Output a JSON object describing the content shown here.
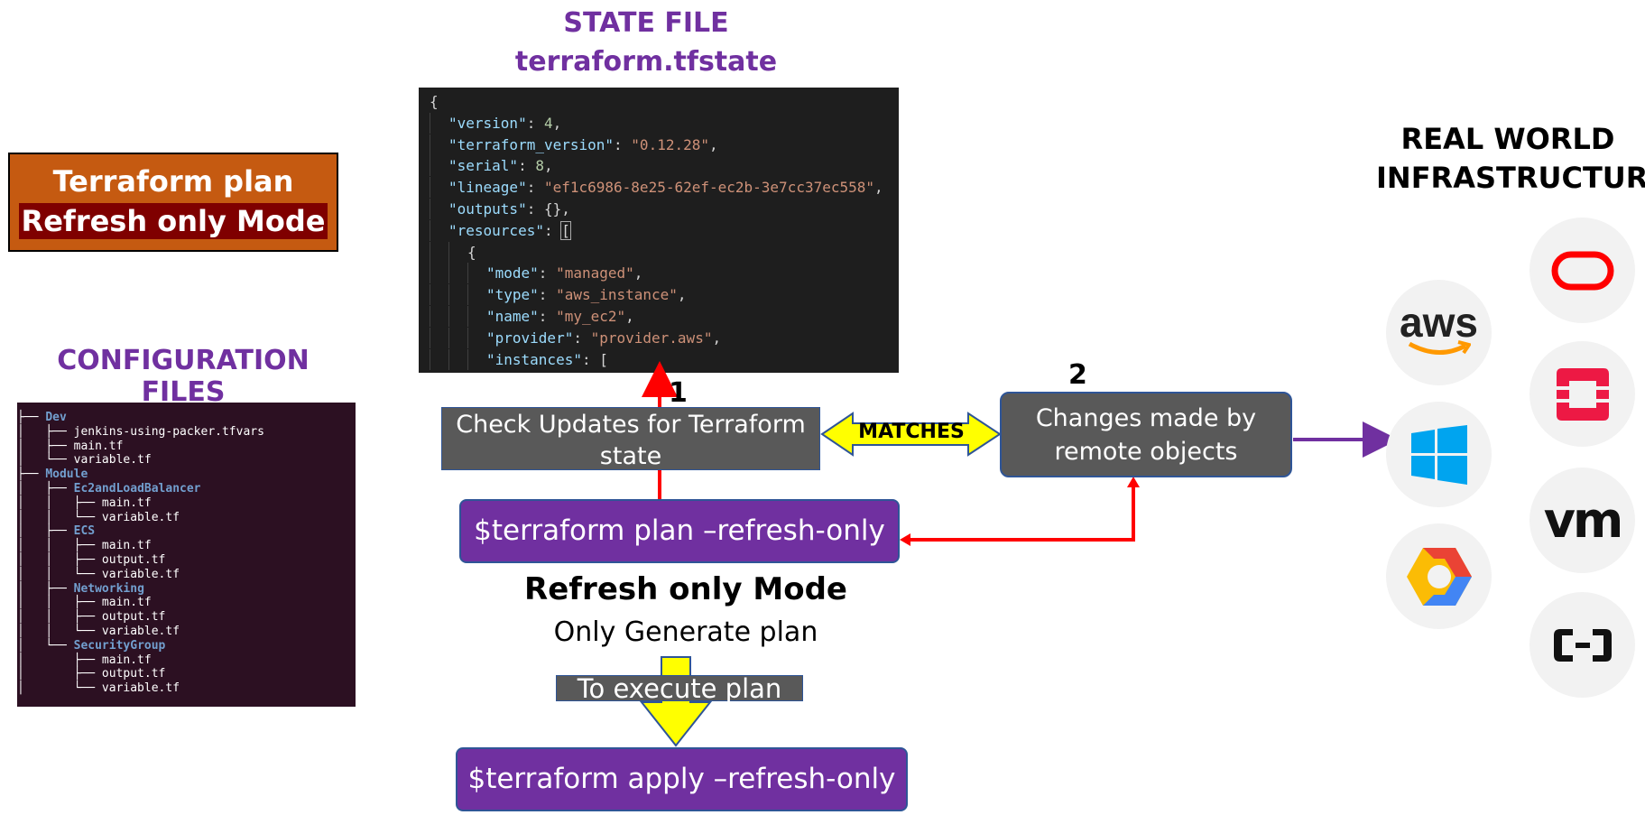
{
  "state_file": {
    "title": "STATE FILE",
    "filename": "terraform.tfstate"
  },
  "plan_box": {
    "line1": "Terraform plan",
    "line2": "Refresh only Mode"
  },
  "config_title": "CONFIGURATION FILES",
  "real_world": {
    "line1": "REAL WORLD",
    "line2": "INFRASTRUCTURE"
  },
  "code": {
    "open": "{",
    "version_key": "\"version\"",
    "version_val": "4",
    "tfver_key": "\"terraform_version\"",
    "tfver_val": "\"0.12.28\"",
    "serial_key": "\"serial\"",
    "serial_val": "8",
    "lineage_key": "\"lineage\"",
    "lineage_val": "\"ef1c6986-8e25-62ef-ec2b-3e7cc37ec558\"",
    "outputs_key": "\"outputs\"",
    "outputs_val": "{}",
    "resources_key": "\"resources\"",
    "resources_val": "[",
    "obj_open": "{",
    "mode_key": "\"mode\"",
    "mode_val": "\"managed\"",
    "type_key": "\"type\"",
    "type_val": "\"aws_instance\"",
    "name_key": "\"name\"",
    "name_val": "\"my_ec2\"",
    "provider_key": "\"provider\"",
    "provider_val": "\"provider.aws\"",
    "instances_key": "\"instances\"",
    "instances_val": "["
  },
  "tree": [
    {
      "prefix": "├── ",
      "label": "Dev",
      "dir": true
    },
    {
      "prefix": "│   ├── ",
      "label": "jenkins-using-packer.tfvars",
      "dir": false
    },
    {
      "prefix": "│   ├── ",
      "label": "main.tf",
      "dir": false
    },
    {
      "prefix": "│   └── ",
      "label": "variable.tf",
      "dir": false
    },
    {
      "prefix": "├── ",
      "label": "Module",
      "dir": true
    },
    {
      "prefix": "│   ├── ",
      "label": "Ec2andLoadBalancer",
      "dir": true
    },
    {
      "prefix": "│   │   ├── ",
      "label": "main.tf",
      "dir": false
    },
    {
      "prefix": "│   │   └── ",
      "label": "variable.tf",
      "dir": false
    },
    {
      "prefix": "│   ├── ",
      "label": "ECS",
      "dir": true
    },
    {
      "prefix": "│   │   ├── ",
      "label": "main.tf",
      "dir": false
    },
    {
      "prefix": "│   │   ├── ",
      "label": "output.tf",
      "dir": false
    },
    {
      "prefix": "│   │   └── ",
      "label": "variable.tf",
      "dir": false
    },
    {
      "prefix": "│   ├── ",
      "label": "Networking",
      "dir": true
    },
    {
      "prefix": "│   │   ├── ",
      "label": "main.tf",
      "dir": false
    },
    {
      "prefix": "│   │   ├── ",
      "label": "output.tf",
      "dir": false
    },
    {
      "prefix": "│   │   └── ",
      "label": "variable.tf",
      "dir": false
    },
    {
      "prefix": "│   └── ",
      "label": "SecurityGroup",
      "dir": true
    },
    {
      "prefix": "│       ├── ",
      "label": "main.tf",
      "dir": false
    },
    {
      "prefix": "│       ├── ",
      "label": "output.tf",
      "dir": false
    },
    {
      "prefix": "│       └── ",
      "label": "variable.tf",
      "dir": false
    }
  ],
  "check_box": {
    "line1": "Check Updates for Terraform",
    "line2": "state"
  },
  "matches_label": "MATCHES",
  "changes_box": {
    "line1": "Changes made by",
    "line2": "remote objects"
  },
  "step1": "1",
  "step2": "2",
  "cmd_plan": "$terraform plan –refresh-only",
  "mode_title": "Refresh only Mode",
  "mode_sub": "Only Generate plan",
  "exec_label": "To execute plan",
  "cmd_apply": "$terraform apply –refresh-only",
  "providers": {
    "aws": "aws",
    "vm": "vm"
  },
  "colors": {
    "purple": "#7030a0",
    "orange": "#c55a11",
    "red": "#ff0000",
    "yellow": "#ffff00",
    "grey": "#595959"
  }
}
